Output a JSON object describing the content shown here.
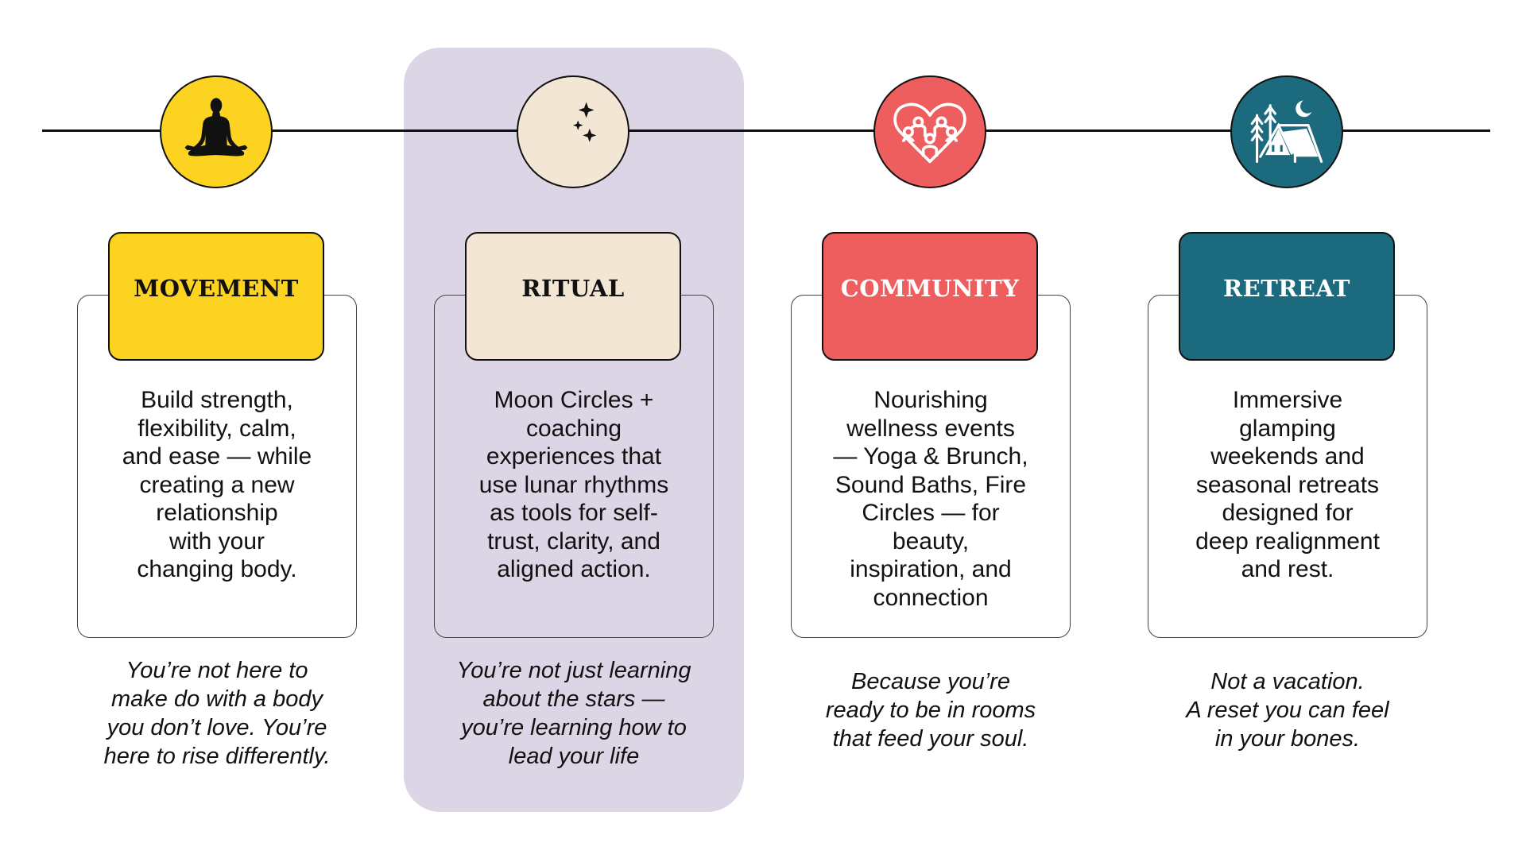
{
  "colors": {
    "movement": "#fcd321",
    "ritual": "#f3e6d4",
    "community": "#ee5e5f",
    "retreat": "#1b6a7d",
    "highlight_panel": "#dcd5e5"
  },
  "columns": [
    {
      "id": "movement",
      "icon": "meditation-pose-icon",
      "title": "MOVEMENT",
      "description": "Build strength,\nflexibility, calm,\nand ease — while\ncreating a new\nrelationship\nwith your\nchanging body.",
      "quote": "You’re not here to\nmake do with a body\nyou don’t love. You’re\nhere to rise differently."
    },
    {
      "id": "ritual",
      "icon": "moon-stars-icon",
      "title": "RITUAL",
      "description": "Moon Circles +\ncoaching\nexperiences that\nuse lunar rhythms\nas tools for self-\ntrust, clarity, and\naligned action.",
      "quote": "You’re not just learning\nabout the stars —\nyou’re learning how to\nlead your life",
      "highlighted": true
    },
    {
      "id": "community",
      "icon": "heart-people-icon",
      "title": "COMMUNITY",
      "description": "Nourishing\nwellness events\n— Yoga & Brunch,\nSound Baths, Fire\nCircles — for\nbeauty,\ninspiration, and\nconnection",
      "quote": "Because you’re\nready to be in rooms\nthat feed your soul."
    },
    {
      "id": "retreat",
      "icon": "tent-camping-icon",
      "title": "RETREAT",
      "description": "Immersive\nglamping\nweekends and\nseasonal retreats\ndesigned for\ndeep realignment\nand rest.",
      "quote": "Not a vacation.\nA reset you can feel\nin your bones."
    }
  ]
}
